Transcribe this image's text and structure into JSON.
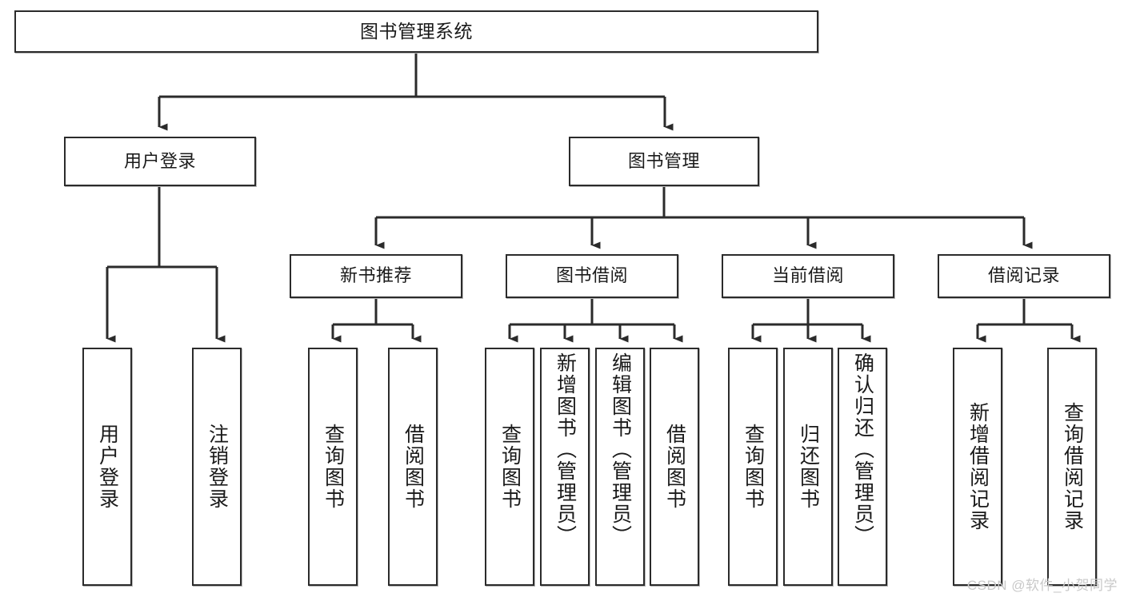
{
  "diagram": {
    "type": "tree",
    "title": "图书管理系统",
    "watermark": "CSDN @软件_小贺同学",
    "colors": {
      "box_border": "#2b2b2b",
      "box_fill": "#ffffff",
      "edge": "#2b2b2b",
      "text": "#1a1a1a",
      "watermark": "#c9c9c9"
    },
    "nodes": {
      "root": {
        "label": "图书管理系统"
      },
      "level2": [
        {
          "id": "user_login",
          "label": "用户登录"
        },
        {
          "id": "book_manage",
          "label": "图书管理"
        }
      ],
      "level3": [
        {
          "id": "new_book_rec",
          "label": "新书推荐"
        },
        {
          "id": "book_borrow",
          "label": "图书借阅"
        },
        {
          "id": "current_borrow",
          "label": "当前借阅"
        },
        {
          "id": "borrow_record",
          "label": "借阅记录"
        }
      ],
      "leaves": {
        "user_login": [
          {
            "id": "leaf_user_login",
            "label": "用户登录"
          },
          {
            "id": "leaf_logout",
            "label": "注销登录"
          }
        ],
        "new_book_rec": [
          {
            "id": "leaf_query_book_1",
            "label": "查询图书"
          },
          {
            "id": "leaf_borrow_book_1",
            "label": "借阅图书"
          }
        ],
        "book_borrow": [
          {
            "id": "leaf_query_book_2",
            "label": "查询图书"
          },
          {
            "id": "leaf_add_book",
            "label": "新增图书（管理员）"
          },
          {
            "id": "leaf_edit_book",
            "label": "编辑图书（管理员）"
          },
          {
            "id": "leaf_borrow_book_2",
            "label": "借阅图书"
          }
        ],
        "current_borrow": [
          {
            "id": "leaf_query_book_3",
            "label": "查询图书"
          },
          {
            "id": "leaf_return_book",
            "label": "归还图书"
          },
          {
            "id": "leaf_confirm_return",
            "label": "确认归还（管理员）"
          }
        ],
        "borrow_record": [
          {
            "id": "leaf_add_record",
            "label": "新增借阅记录"
          },
          {
            "id": "leaf_query_record",
            "label": "查询借阅记录"
          }
        ]
      }
    }
  }
}
